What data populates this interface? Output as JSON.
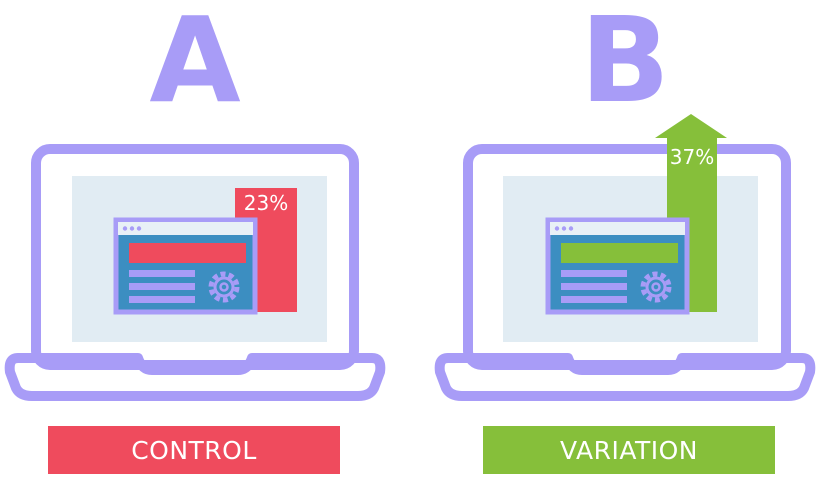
{
  "colors": {
    "laptop": "#a89cf7",
    "screen": "#e1ecf3",
    "window_body": "#3c8ec1",
    "control": "#ef4b5d",
    "variation": "#86bf3a"
  },
  "variant_a": {
    "letter": "A",
    "percentage": "23%",
    "label": "CONTROL"
  },
  "variant_b": {
    "letter": "B",
    "percentage": "37%",
    "label": "VARIATION"
  }
}
